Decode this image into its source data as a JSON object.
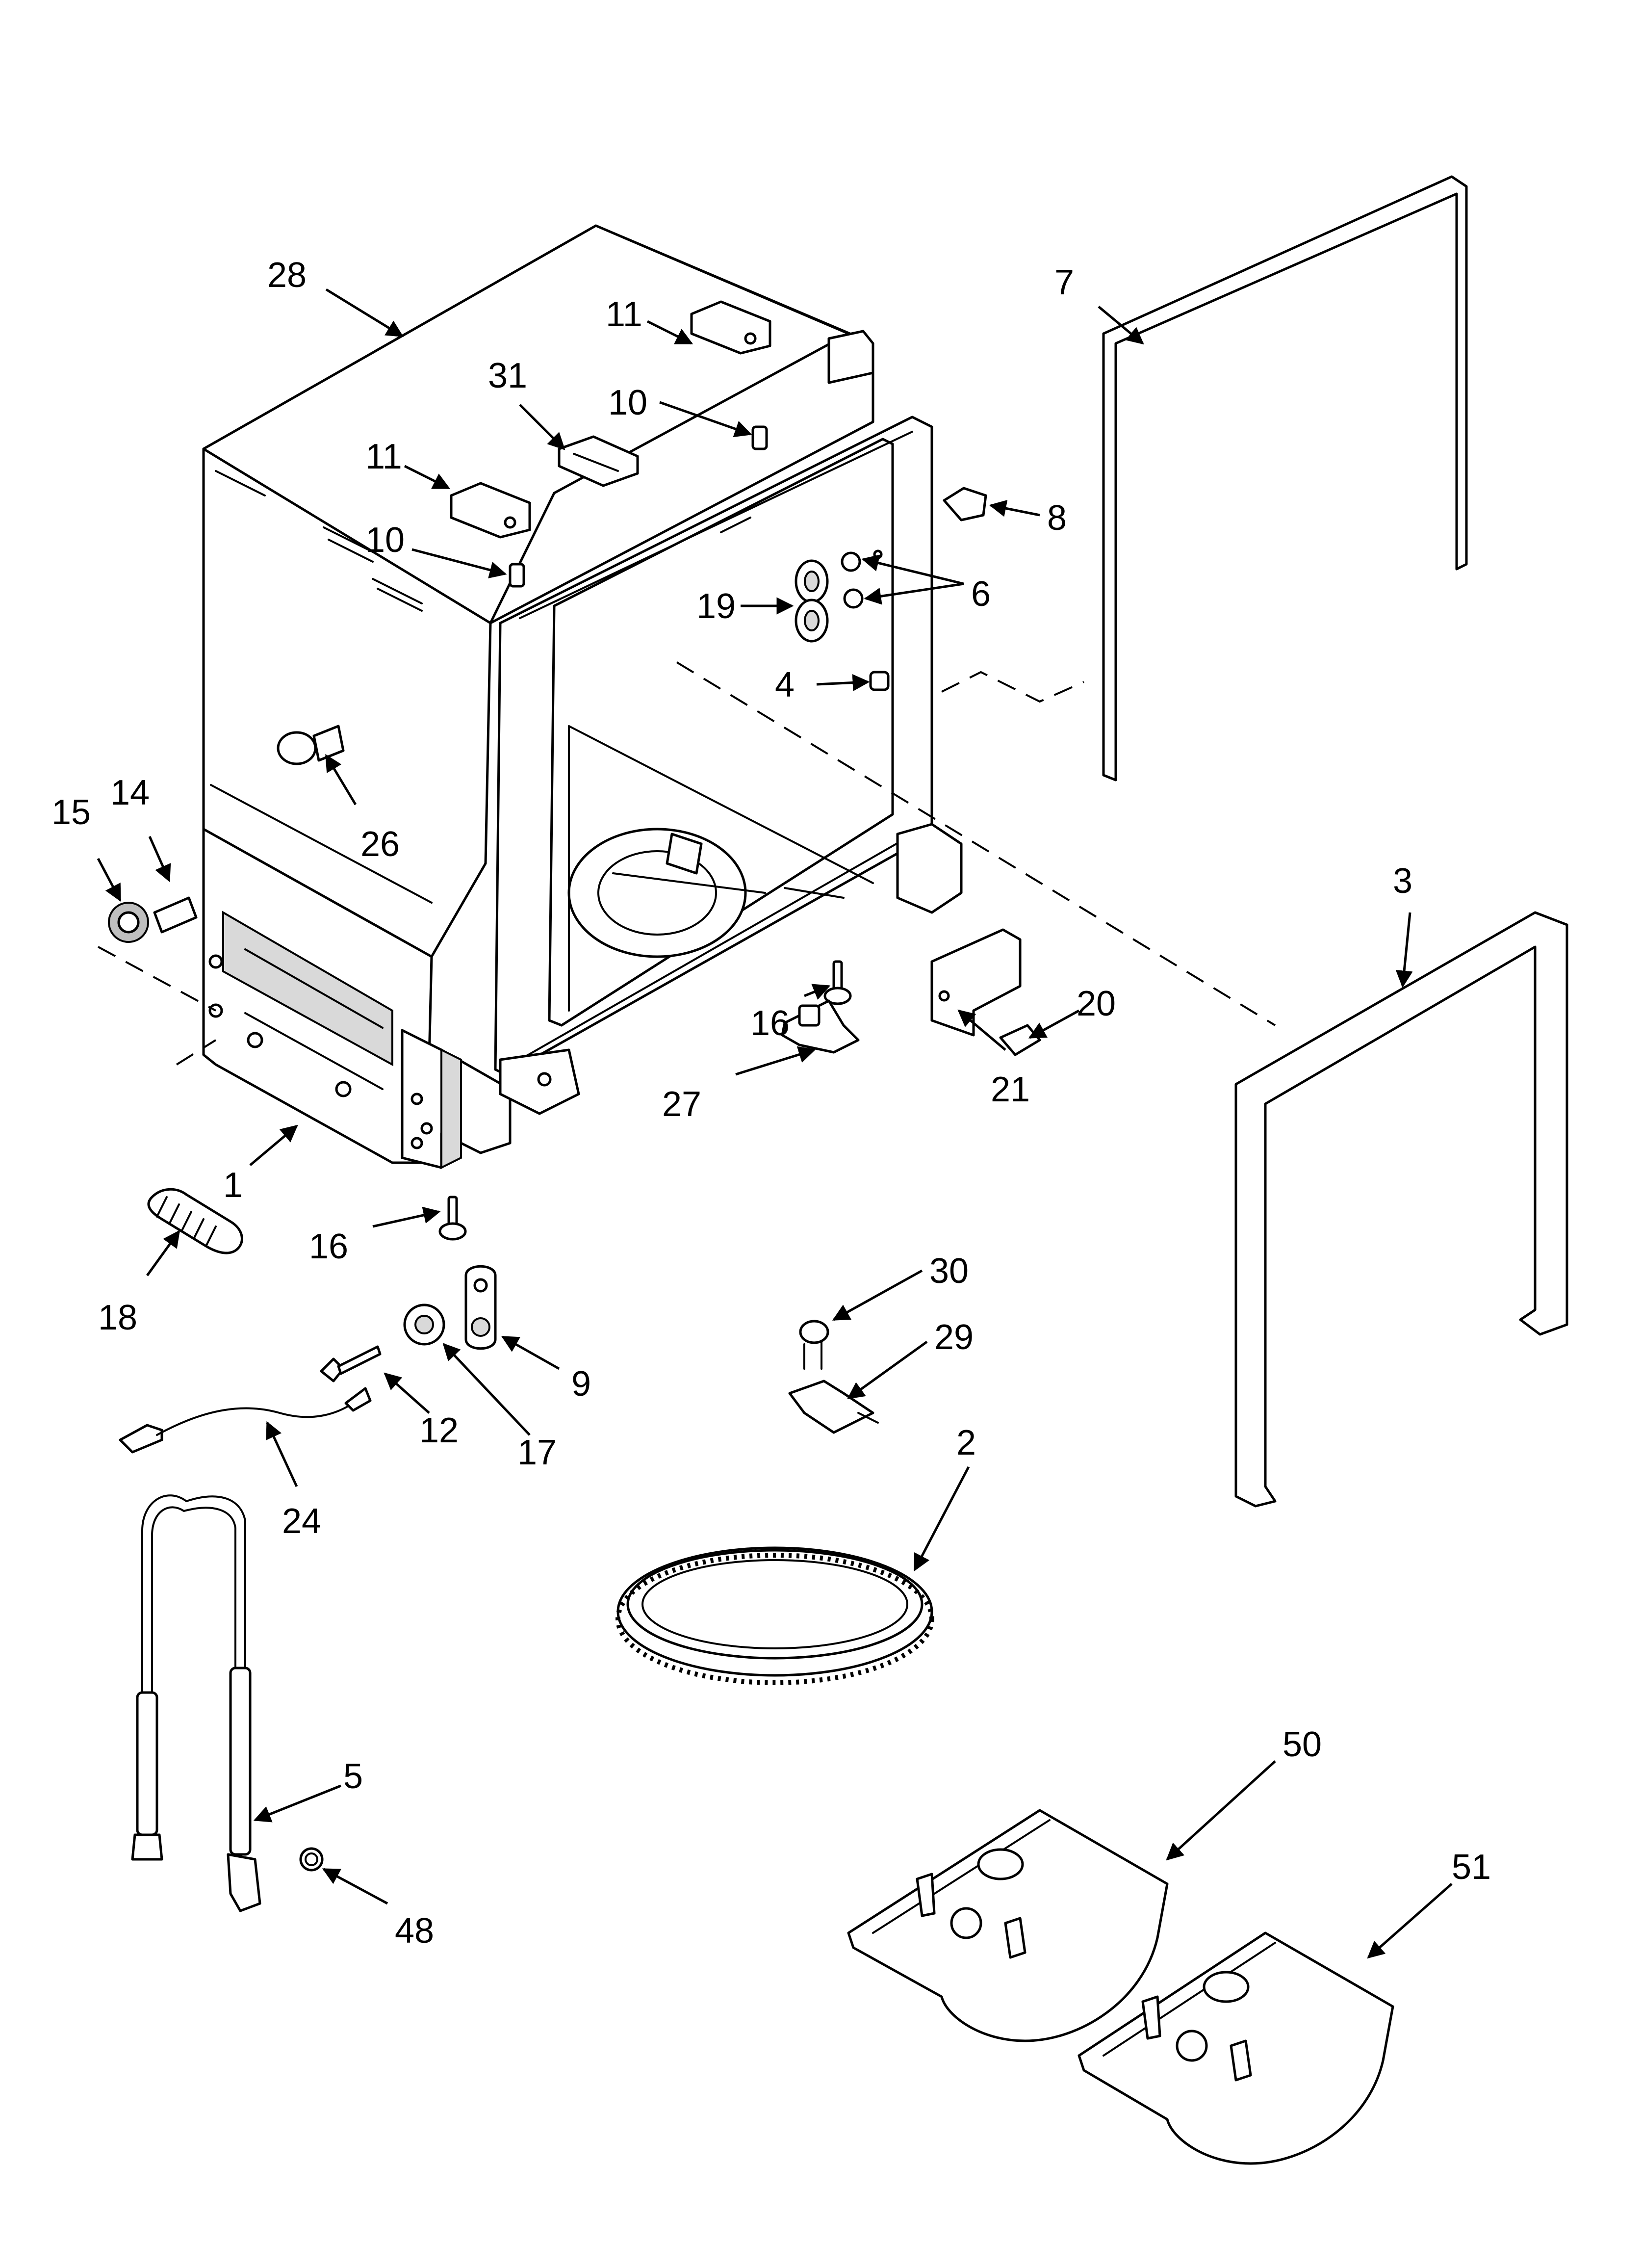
{
  "diagram": {
    "callouts": [
      "28",
      "7",
      "11",
      "31",
      "10",
      "11",
      "10",
      "8",
      "19",
      "6",
      "4",
      "26",
      "15",
      "14",
      "3",
      "16",
      "20",
      "27",
      "21",
      "1",
      "16",
      "18",
      "30",
      "29",
      "9",
      "12",
      "17",
      "24",
      "2",
      "5",
      "48",
      "50",
      "51"
    ]
  }
}
